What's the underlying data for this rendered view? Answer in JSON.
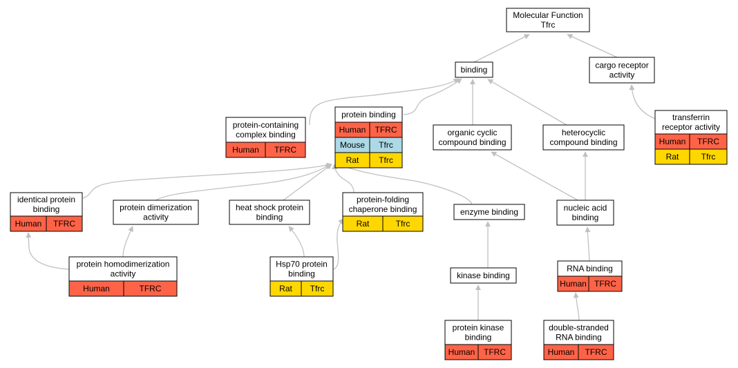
{
  "colors": {
    "human": "#ff6347",
    "mouse": "#add8e6",
    "rat": "#ffd700",
    "edge": "#c0c0c0",
    "node_border": "#000000",
    "node_fill": "#ffffff"
  },
  "nodes": [
    {
      "id": "molecular-function",
      "label": [
        "Molecular Function",
        "Tfrc"
      ],
      "rows": []
    },
    {
      "id": "binding",
      "label": [
        "binding"
      ],
      "rows": []
    },
    {
      "id": "cargo-receptor-activity",
      "label": [
        "cargo receptor",
        "activity"
      ],
      "rows": []
    },
    {
      "id": "protein-containing-complex-binding",
      "label": [
        "protein-containing",
        "complex binding"
      ],
      "rows": [
        {
          "species": "Human",
          "gene": "TFRC"
        }
      ]
    },
    {
      "id": "protein-binding",
      "label": [
        "protein binding"
      ],
      "rows": [
        {
          "species": "Human",
          "gene": "TFRC"
        },
        {
          "species": "Mouse",
          "gene": "Tfrc"
        },
        {
          "species": "Rat",
          "gene": "Tfrc"
        }
      ]
    },
    {
      "id": "organic-cyclic-compound-binding",
      "label": [
        "organic cyclic",
        "compound binding"
      ],
      "rows": []
    },
    {
      "id": "heterocyclic-compound-binding",
      "label": [
        "heterocyclic",
        "compound binding"
      ],
      "rows": []
    },
    {
      "id": "transferrin-receptor-activity",
      "label": [
        "transferrin",
        "receptor activity"
      ],
      "rows": [
        {
          "species": "Human",
          "gene": "TFRC"
        },
        {
          "species": "Rat",
          "gene": "Tfrc"
        }
      ]
    },
    {
      "id": "identical-protein-binding",
      "label": [
        "identical protein",
        "binding"
      ],
      "rows": [
        {
          "species": "Human",
          "gene": "TFRC"
        }
      ]
    },
    {
      "id": "protein-dimerization-activity",
      "label": [
        "protein dimerization",
        "activity"
      ],
      "rows": []
    },
    {
      "id": "heat-shock-protein-binding",
      "label": [
        "heat shock protein",
        "binding"
      ],
      "rows": []
    },
    {
      "id": "protein-folding-chaperone-binding",
      "label": [
        "protein-folding",
        "chaperone binding"
      ],
      "rows": [
        {
          "species": "Rat",
          "gene": "Tfrc"
        }
      ]
    },
    {
      "id": "enzyme-binding",
      "label": [
        "enzyme binding"
      ],
      "rows": []
    },
    {
      "id": "nucleic-acid-binding",
      "label": [
        "nucleic acid",
        "binding"
      ],
      "rows": []
    },
    {
      "id": "protein-homodimerization-activity",
      "label": [
        "protein homodimerization",
        "activity"
      ],
      "rows": [
        {
          "species": "Human",
          "gene": "TFRC"
        }
      ]
    },
    {
      "id": "hsp70-protein-binding",
      "label": [
        "Hsp70 protein",
        "binding"
      ],
      "rows": [
        {
          "species": "Rat",
          "gene": "Tfrc"
        }
      ]
    },
    {
      "id": "kinase-binding",
      "label": [
        "kinase binding"
      ],
      "rows": []
    },
    {
      "id": "rna-binding",
      "label": [
        "RNA binding"
      ],
      "rows": [
        {
          "species": "Human",
          "gene": "TFRC"
        }
      ]
    },
    {
      "id": "protein-kinase-binding",
      "label": [
        "protein kinase",
        "binding"
      ],
      "rows": [
        {
          "species": "Human",
          "gene": "TFRC"
        }
      ]
    },
    {
      "id": "double-stranded-rna-binding",
      "label": [
        "double-stranded",
        "RNA binding"
      ],
      "rows": [
        {
          "species": "Human",
          "gene": "TFRC"
        }
      ]
    }
  ],
  "edges": [
    {
      "from": "binding",
      "to": "molecular-function"
    },
    {
      "from": "cargo-receptor-activity",
      "to": "molecular-function"
    },
    {
      "from": "protein-containing-complex-binding",
      "to": "binding"
    },
    {
      "from": "protein-binding",
      "to": "binding"
    },
    {
      "from": "organic-cyclic-compound-binding",
      "to": "binding"
    },
    {
      "from": "heterocyclic-compound-binding",
      "to": "binding"
    },
    {
      "from": "transferrin-receptor-activity",
      "to": "cargo-receptor-activity"
    },
    {
      "from": "identical-protein-binding",
      "to": "protein-binding"
    },
    {
      "from": "protein-dimerization-activity",
      "to": "protein-binding"
    },
    {
      "from": "heat-shock-protein-binding",
      "to": "protein-binding"
    },
    {
      "from": "protein-folding-chaperone-binding",
      "to": "protein-binding"
    },
    {
      "from": "enzyme-binding",
      "to": "protein-binding"
    },
    {
      "from": "nucleic-acid-binding",
      "to": "organic-cyclic-compound-binding"
    },
    {
      "from": "nucleic-acid-binding",
      "to": "heterocyclic-compound-binding"
    },
    {
      "from": "protein-homodimerization-activity",
      "to": "identical-protein-binding"
    },
    {
      "from": "protein-homodimerization-activity",
      "to": "protein-dimerization-activity"
    },
    {
      "from": "hsp70-protein-binding",
      "to": "heat-shock-protein-binding"
    },
    {
      "from": "hsp70-protein-binding",
      "to": "protein-folding-chaperone-binding"
    },
    {
      "from": "kinase-binding",
      "to": "enzyme-binding"
    },
    {
      "from": "protein-kinase-binding",
      "to": "kinase-binding"
    },
    {
      "from": "rna-binding",
      "to": "nucleic-acid-binding"
    },
    {
      "from": "double-stranded-rna-binding",
      "to": "rna-binding"
    }
  ]
}
